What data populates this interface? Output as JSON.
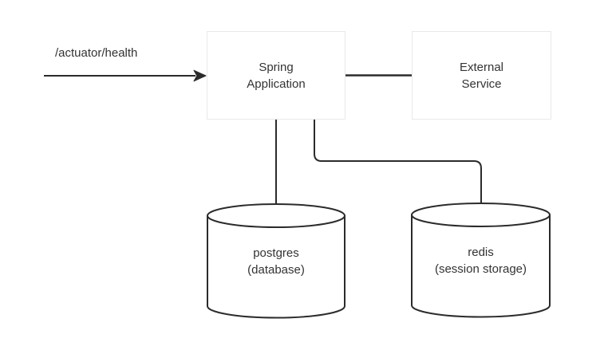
{
  "diagram": {
    "arrow_label": "/actuator/health",
    "nodes": {
      "spring": {
        "line1": "Spring",
        "line2": "Application"
      },
      "external": {
        "line1": "External",
        "line2": "Service"
      },
      "postgres": {
        "line1": "postgres",
        "line2": "(database)"
      },
      "redis": {
        "line1": "redis",
        "line2": "(session storage)"
      }
    },
    "colors": {
      "connector": "#2b2b2b",
      "box_border": "#e9e9e9",
      "shape_fill": "#ffffff",
      "text": "#333333",
      "background": "#ffffff"
    }
  }
}
